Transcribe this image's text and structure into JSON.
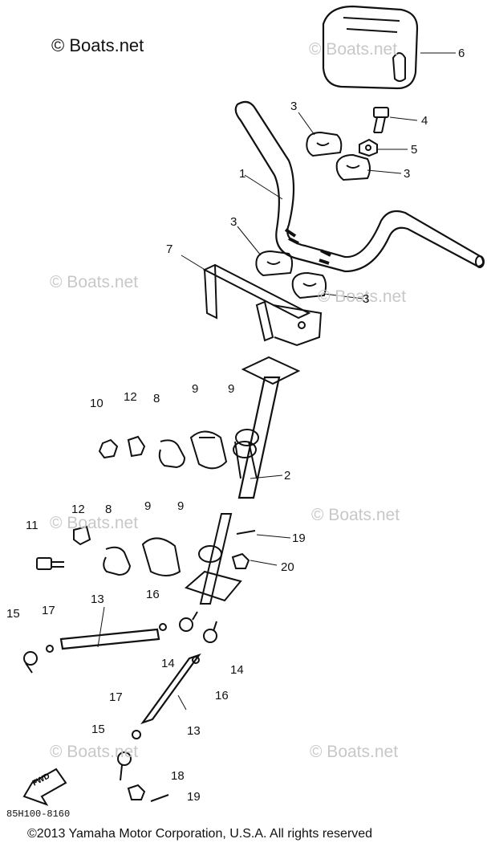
{
  "watermark_main": "© Boats.net",
  "watermark_faint": "© Boats.net",
  "part_number_code": "85H100-8160",
  "fwd_label": "FWD",
  "copyright": "©2013 Yamaha Motor Corporation, U.S.A. All rights reserved",
  "callouts": [
    "1",
    "2",
    "3",
    "3",
    "3",
    "3",
    "4",
    "5",
    "6",
    "7",
    "8",
    "8",
    "9",
    "9",
    "9",
    "9",
    "10",
    "11",
    "12",
    "12",
    "13",
    "13",
    "14",
    "14",
    "15",
    "15",
    "16",
    "16",
    "17",
    "17",
    "18",
    "19",
    "19",
    "20"
  ]
}
